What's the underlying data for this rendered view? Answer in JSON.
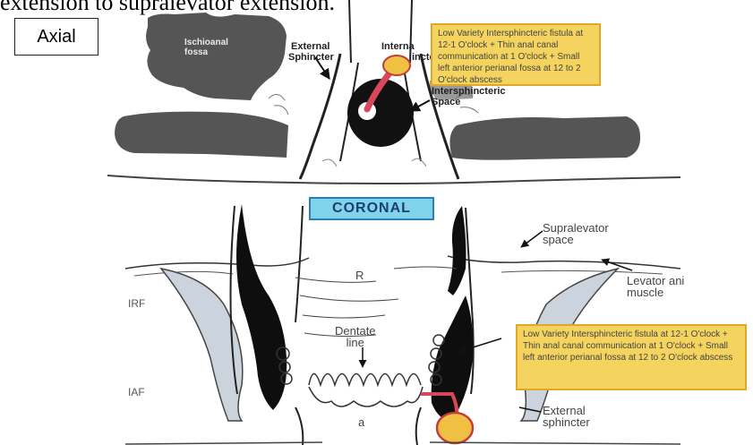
{
  "header_text": "extension to supralevator extension.",
  "axial": {
    "view_label": "Axial",
    "labels": {
      "ischioanal_line1": "Ischioanal",
      "ischioanal_line2": "fossa",
      "external": "External",
      "internal": "Interna",
      "sphincter": "Sphincter",
      "sphincter_right": "incte",
      "intersphincteric_line1": "Intersphincteric",
      "intersphincteric_line2": "Space"
    },
    "note": "Low Variety Intersphincteric fistula at 12-1 O'clock + Thin anal canal communication at 1 O'clock + Small left anterior perianal fossa at 12 to 2 O'clock abscess"
  },
  "coronal": {
    "view_label": "CORONAL",
    "labels": {
      "supralevator_line1": "Supralevator",
      "supralevator_line2": "space",
      "levator_line1": "Levator ani",
      "levator_line2": "muscle",
      "r": "R",
      "irf": "IRF",
      "iaf": "IAF",
      "dentate_line1": "Dentate",
      "dentate_line2": "line",
      "a": "a",
      "external_line1": "External",
      "external_line2": "sphincter"
    },
    "note": "Low Variety Intersphincteric fistula at 12-1 O'clock + Thin anal canal communication at 1 O'clock + Small left anterior perianal fossa at 12 to 2 O'clock abscess"
  },
  "colors": {
    "note_fill": "#f4d35e",
    "note_border": "#e3a625",
    "abscess": "#f0c043",
    "tract": "#d9475a",
    "coronal_banner": "#7fd3ea"
  }
}
